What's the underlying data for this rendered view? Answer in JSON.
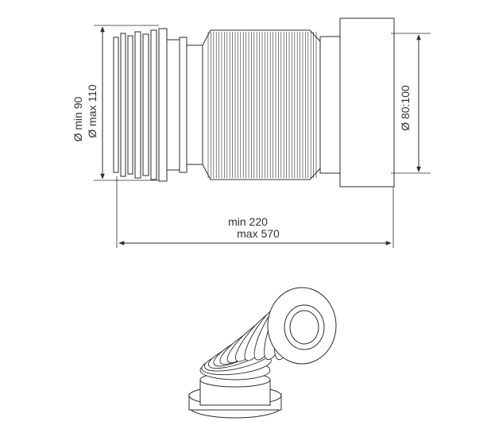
{
  "drawing": {
    "inlet_diameter": {
      "line1": "Ø min 90",
      "line2": "Ø max 110"
    },
    "outlet_diameter": "Ø 80:100",
    "length": {
      "line1": "min 220",
      "line2": "max 570"
    }
  },
  "colors": {
    "stroke": "#2b2b2b",
    "text": "#333333",
    "background": "#ffffff"
  },
  "illustration": {
    "ring_count": 14
  }
}
